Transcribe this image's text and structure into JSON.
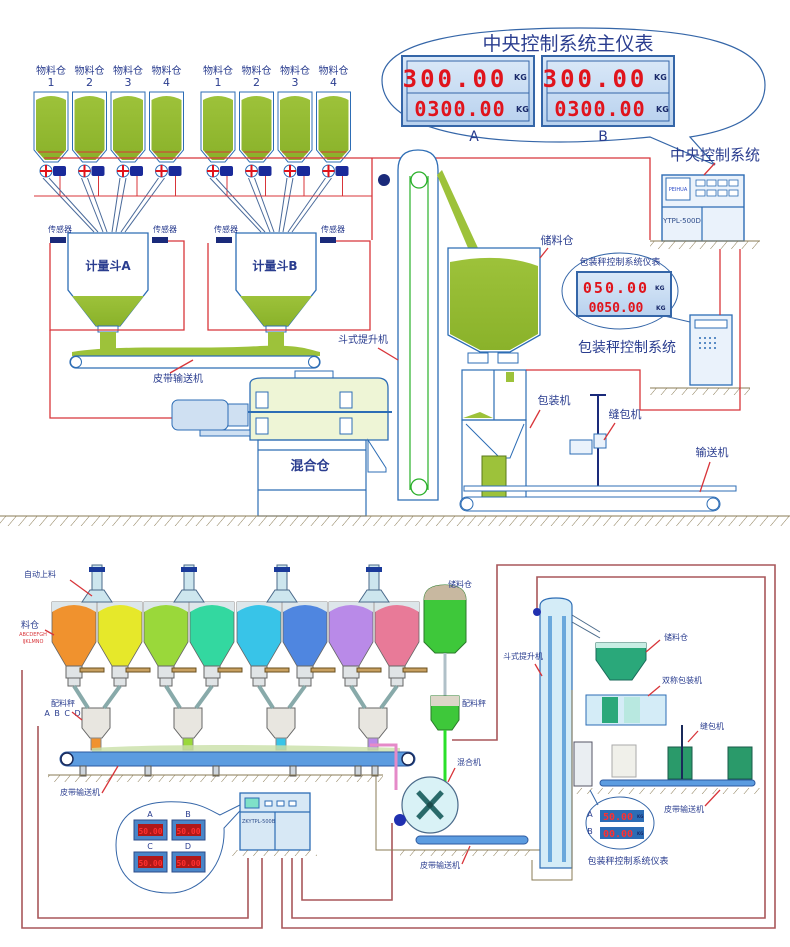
{
  "top_diagram": {
    "main_meter": {
      "title": "中央控制系统主仪表",
      "panels": [
        {
          "label": "A",
          "setpoint": "300.00",
          "actual": "0300.00",
          "unit": "KG"
        },
        {
          "label": "B",
          "setpoint": "300.00",
          "actual": "0300.00",
          "unit": "KG"
        }
      ]
    },
    "central_control": {
      "label": "中央控制系统",
      "model": "YTPL-500D",
      "brand": "PEIHUA"
    },
    "bin_groups": [
      {
        "bins": [
          {
            "name": "物料仓",
            "number": "1"
          },
          {
            "name": "物料仓",
            "number": "2"
          },
          {
            "name": "物料仓",
            "number": "3"
          },
          {
            "name": "物料仓",
            "number": "4"
          }
        ]
      },
      {
        "bins": [
          {
            "name": "物料仓",
            "number": "1"
          },
          {
            "name": "物料仓",
            "number": "2"
          },
          {
            "name": "物料仓",
            "number": "3"
          },
          {
            "name": "物料仓",
            "number": "4"
          }
        ]
      }
    ],
    "sensor_label": "传感器",
    "hopper_a": "计量斗A",
    "hopper_b": "计量斗B",
    "belt_conveyor": "皮带输送机",
    "bucket_elevator": "斗式提升机",
    "mixer": "混合仓",
    "storage_bin": "储料仓",
    "packing_meter": {
      "title": "包装秤控制系统仪表",
      "setpoint": "050.00",
      "actual": "0050.00",
      "unit": "KG"
    },
    "packing_control": "包装秤控制系统",
    "packing_machine": "包装机",
    "sewing_machine": "缝包机",
    "conveyor": "输送机"
  },
  "bottom_diagram": {
    "auto_feed": "自动上料",
    "bin_label": "料仓",
    "bin_codes_line1": "ABCDEFGH",
    "bin_codes_line2": "IJKLMNO",
    "batching_scale": "配料秤",
    "batching_codes": "A B C D",
    "belt_conveyor_1": "皮带输送机",
    "storage_bin": "储料仓",
    "batch_scale": "配料秤",
    "mixer": "混合机",
    "bucket_elevator": "斗式提升机",
    "storage_bin_2": "储料仓",
    "twin_packer": "双称包装机",
    "sewing_machine": "缝包机",
    "belt_conveyor_2": "皮带输送机",
    "belt_conveyor_3": "皮带输送机",
    "controller_model": "ZKYTPL-500B",
    "batch_meters": [
      {
        "label": "A",
        "value": "50.00"
      },
      {
        "label": "B",
        "value": "50.00"
      },
      {
        "label": "C",
        "value": "50.00"
      },
      {
        "label": "D",
        "value": "50.00"
      }
    ],
    "packing_meter": {
      "title": "包装秤控制系统仪表",
      "rows": [
        {
          "label": "A",
          "value": "50.00",
          "unit": "KG"
        },
        {
          "label": "B",
          "value": "00.00",
          "unit": "KG"
        }
      ]
    },
    "bin_colors": [
      "#f0922e",
      "#e6e82a",
      "#9ad83a",
      "#33d8a0",
      "#38c4e8",
      "#4f86e0",
      "#b98ae8",
      "#e87a98"
    ]
  }
}
